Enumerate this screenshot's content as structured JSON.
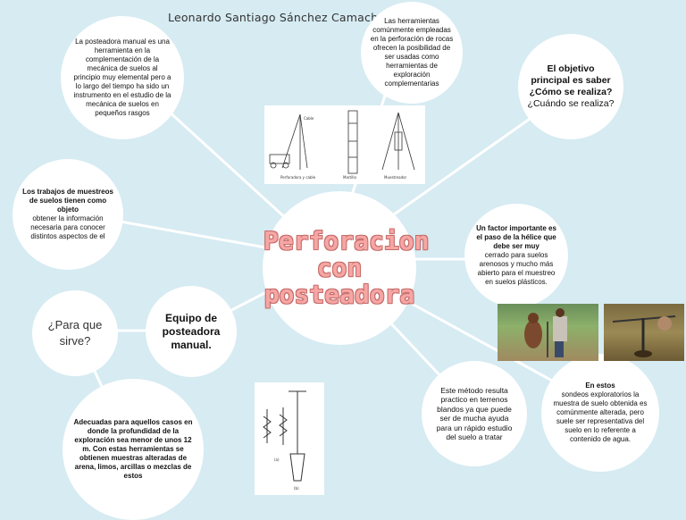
{
  "author": "Leonardo Santiago Sánchez Camacho",
  "center": {
    "title": "Perforacion con posteadora"
  },
  "nodes": {
    "intro": "La posteadora manual es una herramienta en la complementación de la mecánica de suelos al principio muy elemental pero a lo largo del tiempo ha sido un instrumento en el estudio de la mecánica de suelos en pequeños rasgos",
    "herramientas": "Las herramientas comúnmente empleadas en la perforación de rocas ofrecen la posibilidad de ser usadas como herramientas de exploración complementarias",
    "objetivo_q1": "El objetivo principal es saber ¿Cómo se realiza?",
    "objetivo_q2": "¿Cuándo se realiza?",
    "trabajos_bold": "Los trabajos de muestreos de suelos tienen como objeto",
    "trabajos_text": "obtener la información necesaria para conocer distintos aspectos de el",
    "factor_bold": "Un factor importante es el paso de la hélice que debe ser muy",
    "factor_text": "cerrado para suelos arenosos y mucho más abierto para el muestreo en suelos plásticos.",
    "para_que": "¿Para que sirve?",
    "equipo": "Equipo de posteadora manual.",
    "metodo": "Este método resulta practico en terrenos blandos ya que puede ser de mucha ayuda para un rápido estudio del suelo a tratar",
    "estos_bold": "En estos",
    "estos_text": "sondeos exploratorios la muestra de suelo obtenida es comúnmente alterada, pero suele ser representativa del suelo en lo referente a contenido de agua.",
    "adecuadas": "Adecuadas para aquellos casos en donde la profundidad de la exploración sea menor de unos 12 m. Con estas herramientas se obtienen muestras alteradas de arena, limos, arcillas o mezclas de estos"
  },
  "figure_labels": {
    "fig1": "Perforadora y cable",
    "fig2": "Martillo",
    "fig3": "Cable",
    "fig4": "Muestreador",
    "caption_a": "(a)",
    "caption_b": "(b)"
  },
  "colors": {
    "background": "#d6ebf2",
    "title_fill": "#f6a6a4",
    "title_stroke": "#c56d6a",
    "connector": "#ffffff"
  }
}
